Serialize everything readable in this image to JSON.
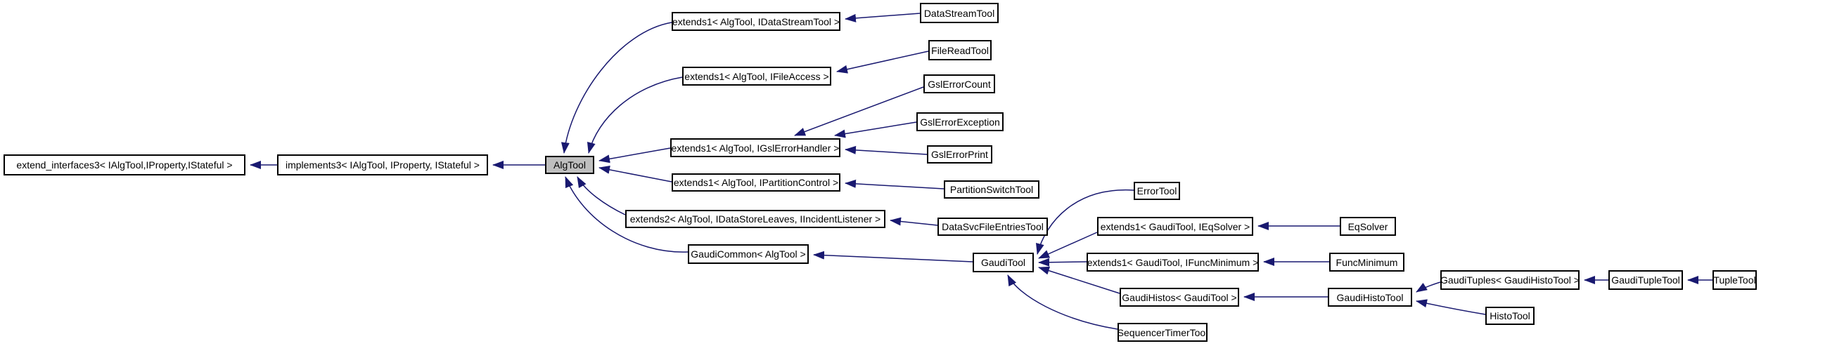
{
  "colors": {
    "edge": "#191970",
    "node_border": "#000000",
    "node_fill": "#ffffff",
    "highlight_node_fill": "#bfbfbf",
    "background": "#ffffff",
    "text": "#000000"
  },
  "nodes": {
    "extend_interfaces3": {
      "label": "extend_interfaces3< IAlgTool,IProperty,IStateful >"
    },
    "implements3": {
      "label": "implements3< IAlgTool, IProperty, IStateful >"
    },
    "algtool": {
      "label": "AlgTool"
    },
    "ext_datastream": {
      "label": "extends1< AlgTool, IDataStreamTool >"
    },
    "datastreamtool": {
      "label": "DataStreamTool"
    },
    "ext_fileaccess": {
      "label": "extends1< AlgTool, IFileAccess >"
    },
    "filereadtool": {
      "label": "FileReadTool"
    },
    "gslerrorcount": {
      "label": "GslErrorCount"
    },
    "gslerrorexception": {
      "label": "GslErrorException"
    },
    "ext_gslerrorhandler": {
      "label": "extends1< AlgTool, IGslErrorHandler >"
    },
    "gslerrorprint": {
      "label": "GslErrorPrint"
    },
    "ext_partitioncontrol": {
      "label": "extends1< AlgTool, IPartitionControl >"
    },
    "partitionswitchtool": {
      "label": "PartitionSwitchTool"
    },
    "ext2_datastoreleaves": {
      "label": "extends2< AlgTool, IDataStoreLeaves, IIncidentListener >"
    },
    "datasvcfileentriestool": {
      "label": "DataSvcFileEntriesTool"
    },
    "gaudicommon": {
      "label": "GaudiCommon< AlgTool >"
    },
    "gauditool": {
      "label": "GaudiTool"
    },
    "errortool": {
      "label": "ErrorTool"
    },
    "ext_eqsolver": {
      "label": "extends1< GaudiTool, IEqSolver >"
    },
    "eqsolver": {
      "label": "EqSolver"
    },
    "ext_funcminimum": {
      "label": "extends1< GaudiTool, IFuncMinimum >"
    },
    "funcminimum": {
      "label": "FuncMinimum"
    },
    "gaudihistos": {
      "label": "GaudiHistos< GaudiTool >"
    },
    "gaudihistotool": {
      "label": "GaudiHistoTool"
    },
    "sequencertimertool": {
      "label": "SequencerTimerTool"
    },
    "gaudituples": {
      "label": "GaudiTuples< GaudiHistoTool >"
    },
    "gaudituplettool": {
      "label": "GaudiTupleTool"
    },
    "tupletool": {
      "label": "TupleTool"
    },
    "histotool": {
      "label": "HistoTool"
    }
  },
  "edges": [
    {
      "from": "implements3",
      "to": "extend_interfaces3"
    },
    {
      "from": "algtool",
      "to": "implements3"
    },
    {
      "from": "ext_datastream",
      "to": "algtool"
    },
    {
      "from": "datastreamtool",
      "to": "ext_datastream"
    },
    {
      "from": "ext_fileaccess",
      "to": "algtool"
    },
    {
      "from": "filereadtool",
      "to": "ext_fileaccess"
    },
    {
      "from": "gslerrorcount",
      "to": "ext_gslerrorhandler"
    },
    {
      "from": "gslerrorexception",
      "to": "ext_gslerrorhandler"
    },
    {
      "from": "gslerrorprint",
      "to": "ext_gslerrorhandler"
    },
    {
      "from": "ext_gslerrorhandler",
      "to": "algtool"
    },
    {
      "from": "ext_partitioncontrol",
      "to": "algtool"
    },
    {
      "from": "partitionswitchtool",
      "to": "ext_partitioncontrol"
    },
    {
      "from": "ext2_datastoreleaves",
      "to": "algtool"
    },
    {
      "from": "datasvcfileentriestool",
      "to": "ext2_datastoreleaves"
    },
    {
      "from": "gaudicommon",
      "to": "algtool"
    },
    {
      "from": "gauditool",
      "to": "gaudicommon"
    },
    {
      "from": "errortool",
      "to": "gauditool"
    },
    {
      "from": "ext_eqsolver",
      "to": "gauditool"
    },
    {
      "from": "eqsolver",
      "to": "ext_eqsolver"
    },
    {
      "from": "ext_funcminimum",
      "to": "gauditool"
    },
    {
      "from": "funcminimum",
      "to": "ext_funcminimum"
    },
    {
      "from": "gaudihistos",
      "to": "gauditool"
    },
    {
      "from": "gaudihistotool",
      "to": "gaudihistos"
    },
    {
      "from": "sequencertimertool",
      "to": "gauditool"
    },
    {
      "from": "gaudituples",
      "to": "gaudihistotool"
    },
    {
      "from": "gaudituplettool",
      "to": "gaudituples"
    },
    {
      "from": "tupletool",
      "to": "gaudituplettool"
    },
    {
      "from": "histotool",
      "to": "gaudihistotool"
    }
  ]
}
